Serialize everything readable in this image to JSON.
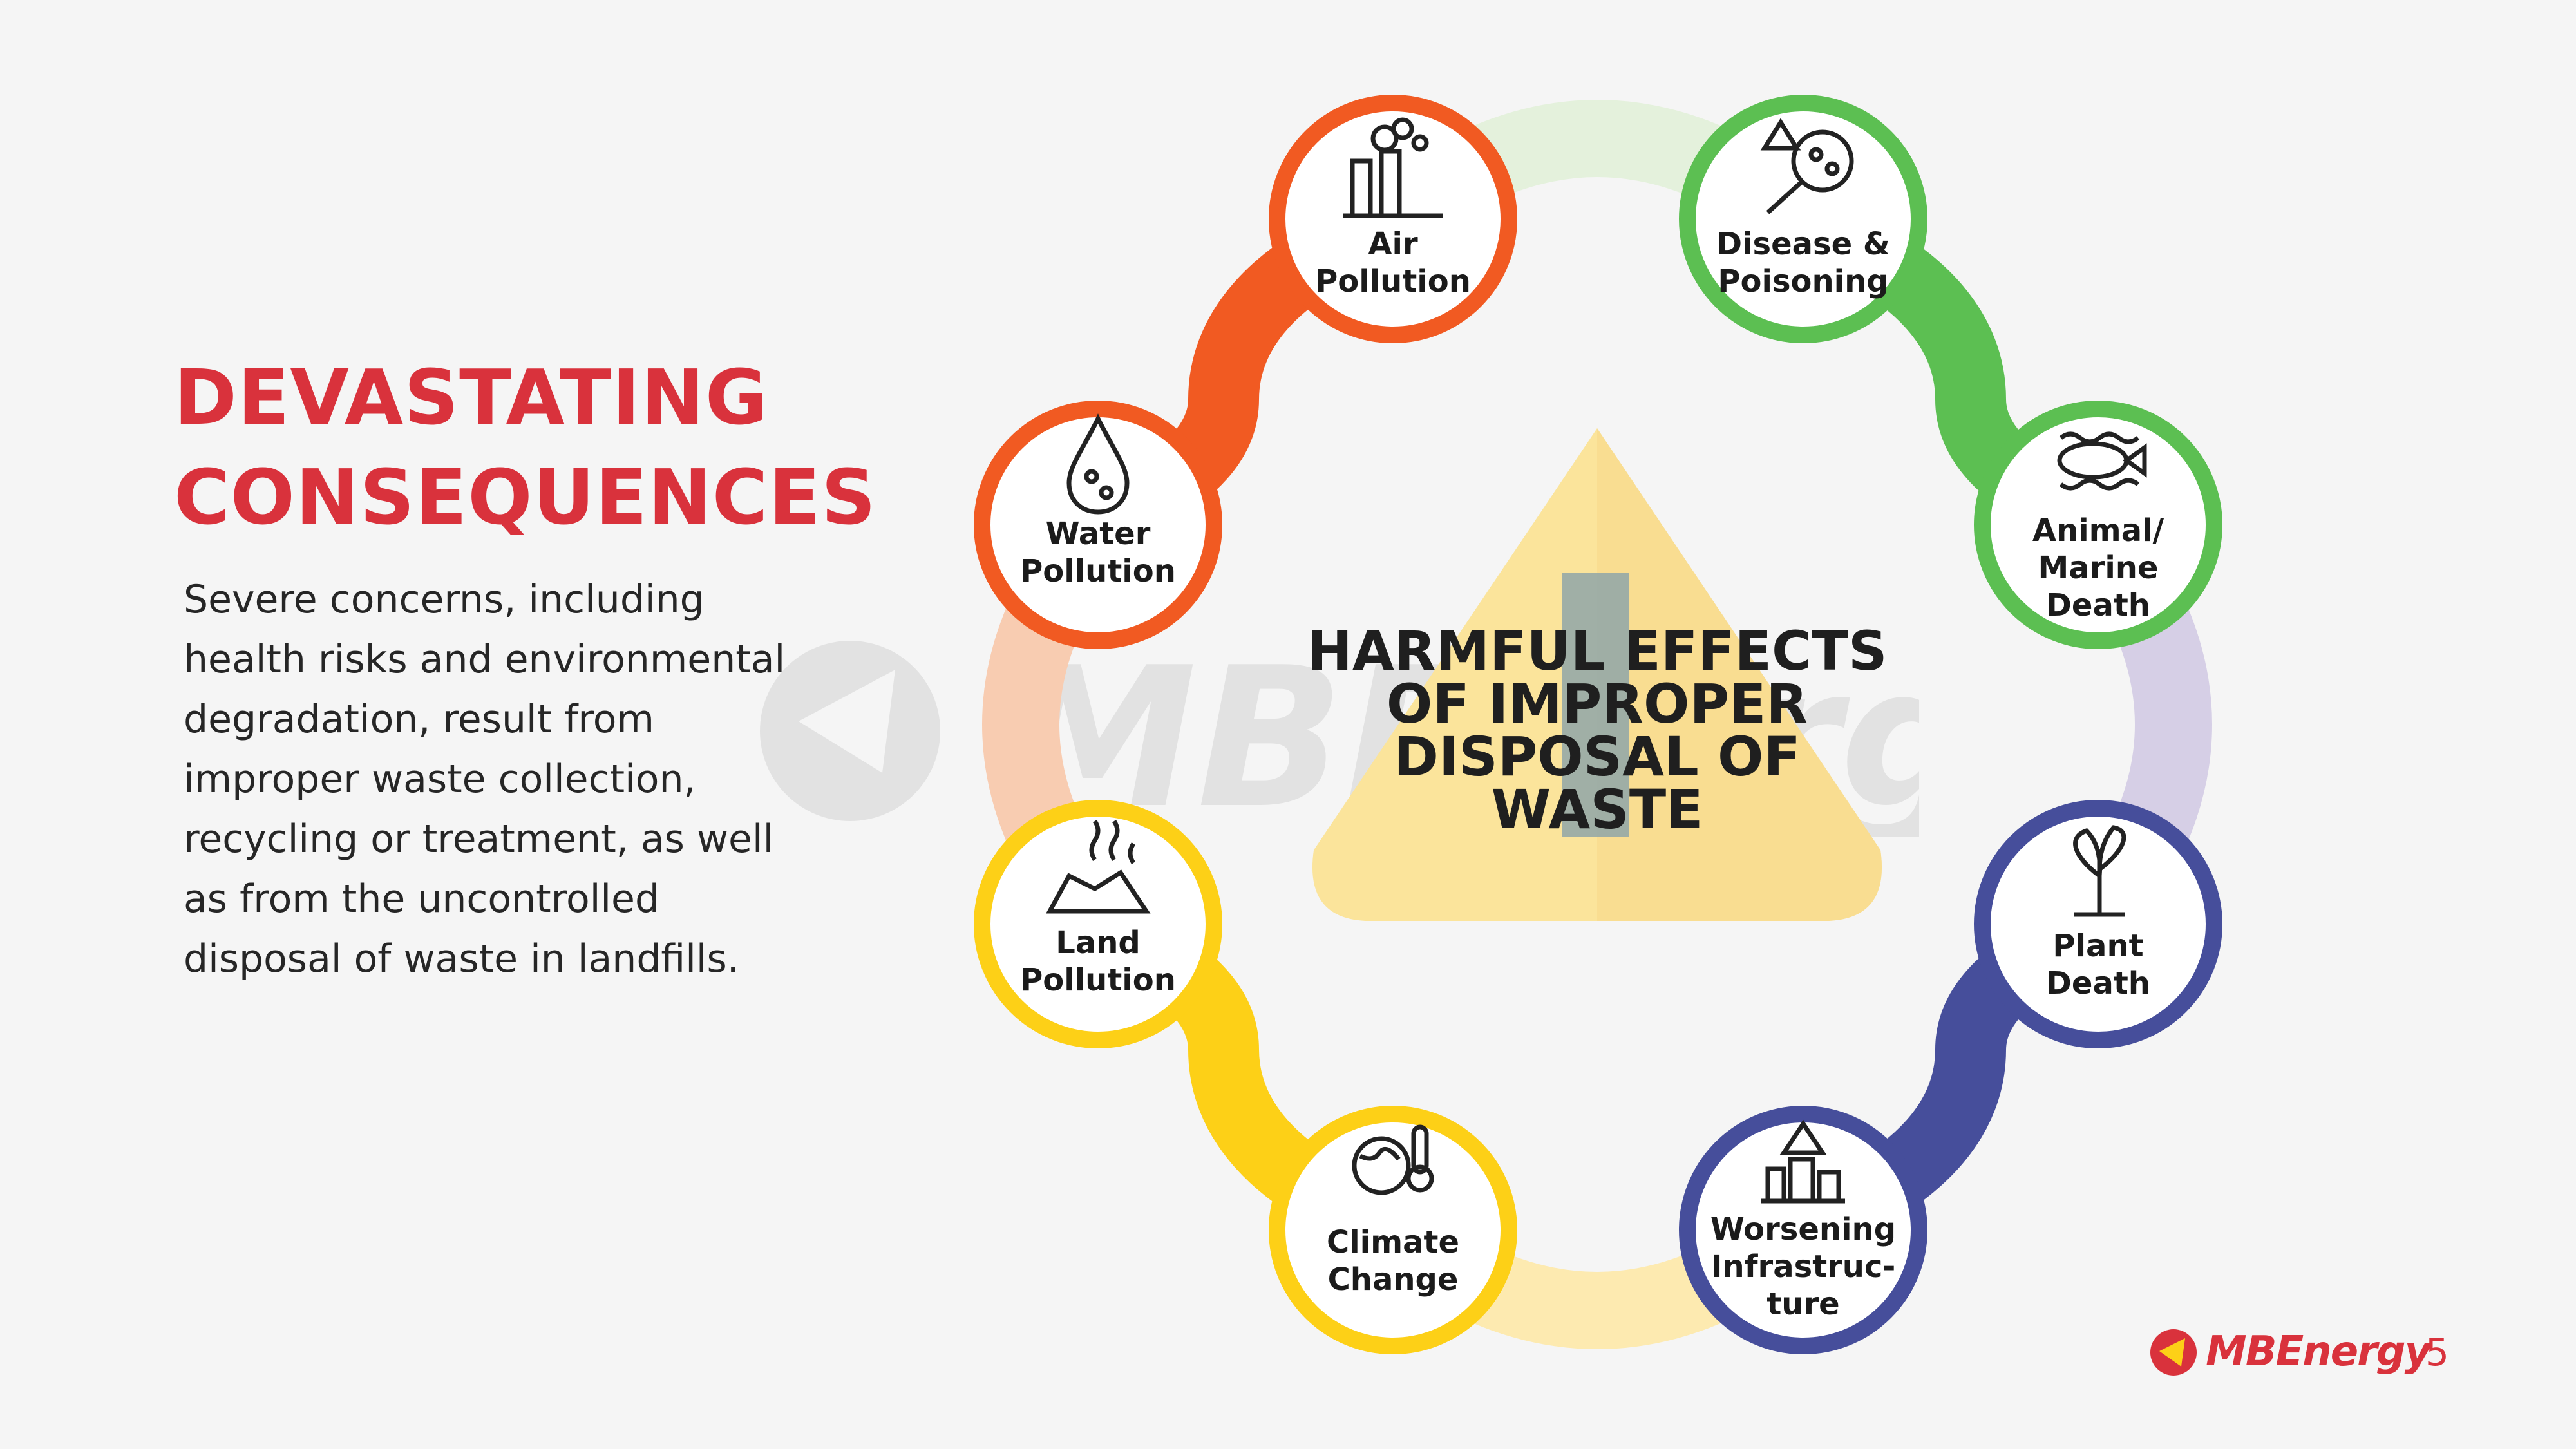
{
  "title": {
    "line1": "DEVASTATING",
    "line2": "CONSEQUENCES"
  },
  "description": "Severe concerns, including health risks and environmental degradation, result from improper waste collection, recycling or treatment, as well as from the uncontrolled disposal of waste in landfills.",
  "center": {
    "lines": [
      "HARMFUL EFFECTS",
      "OF IMPROPER",
      "DISPOSAL OF",
      "WASTE"
    ]
  },
  "nodes": [
    {
      "id": "air",
      "lines": [
        "Air",
        "Pollution"
      ],
      "color": "#f15a22",
      "icon": "factory-smoke-icon"
    },
    {
      "id": "disease",
      "lines": [
        "Disease &",
        "Poisoning"
      ],
      "color": "#5cbf52",
      "icon": "magnifier-bacteria-icon"
    },
    {
      "id": "animal",
      "lines": [
        "Animal/",
        "Marine",
        "Death"
      ],
      "color": "#5cbf52",
      "icon": "dead-fish-icon"
    },
    {
      "id": "plant",
      "lines": [
        "Plant",
        "Death"
      ],
      "color": "#464e9b",
      "icon": "wilted-plant-icon"
    },
    {
      "id": "infra",
      "lines": [
        "Worsening",
        "Infrastruc-",
        "ture"
      ],
      "color": "#464e9b",
      "icon": "city-warning-icon"
    },
    {
      "id": "climate",
      "lines": [
        "Climate",
        "Change"
      ],
      "color": "#fdd017",
      "icon": "earth-thermometer-icon"
    },
    {
      "id": "land",
      "lines": [
        "Land",
        "Pollution"
      ],
      "color": "#fdd017",
      "icon": "garbage-pile-icon"
    },
    {
      "id": "water",
      "lines": [
        "Water",
        "Pollution"
      ],
      "color": "#f15a22",
      "icon": "water-drop-germs-icon"
    }
  ],
  "colors": {
    "accent": "#d9323c",
    "orange": "#f15a22",
    "green": "#5cbf52",
    "indigo": "#464e9b",
    "yellow": "#fdd017"
  },
  "footer": {
    "brand": "MBEnergy",
    "page": "5"
  }
}
